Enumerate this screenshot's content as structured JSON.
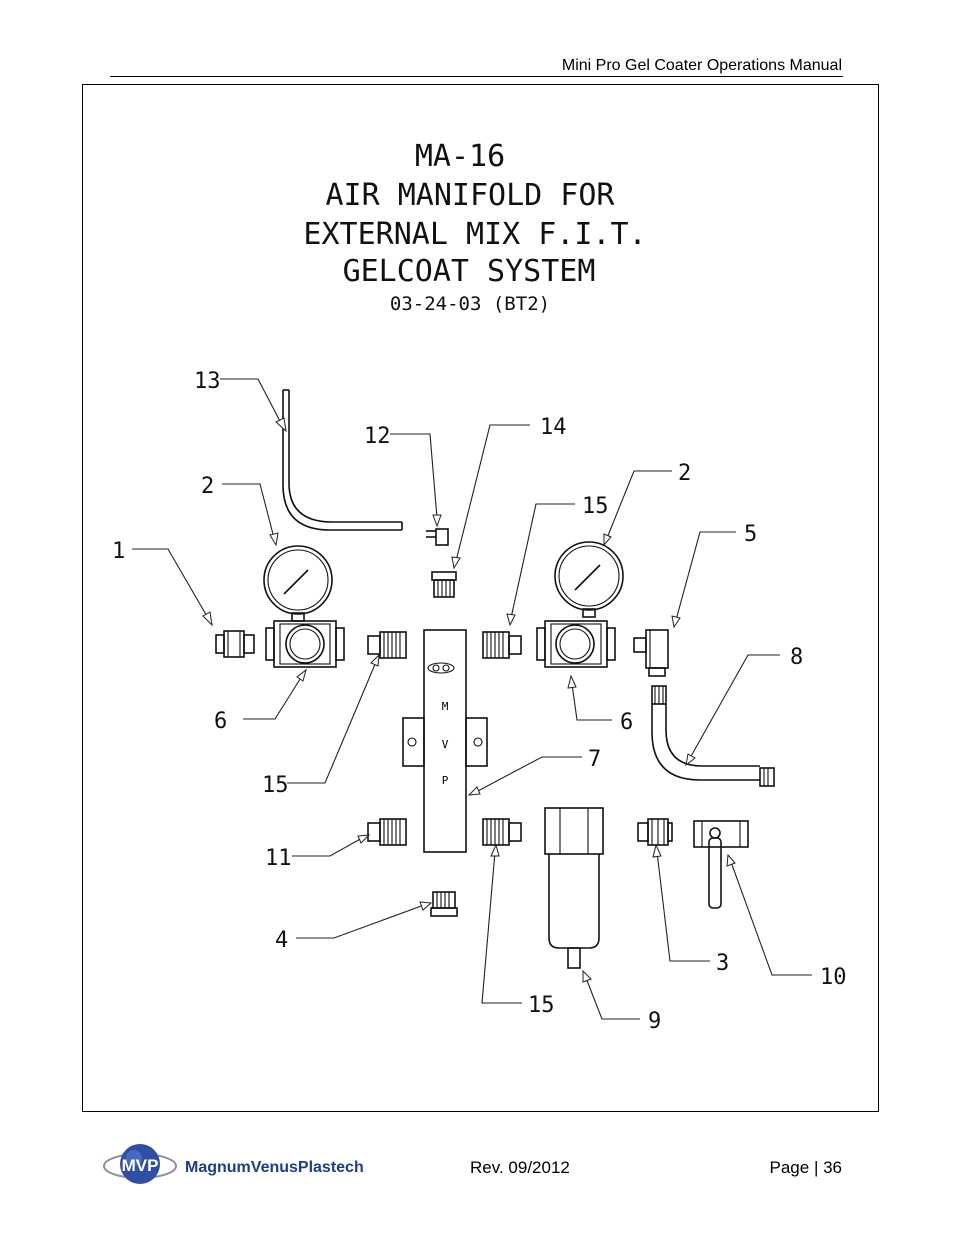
{
  "header": {
    "title": "Mini Pro Gel Coater Operations Manual"
  },
  "drawing": {
    "title_lines": [
      "MA-16",
      "AIR MANIFOLD FOR",
      "EXTERNAL MIX F.I.T.",
      "GELCOAT SYSTEM"
    ],
    "revision": "03-24-03 (BT2)",
    "body_lettering": [
      "M",
      "V",
      "P"
    ],
    "callouts": {
      "c1": "1",
      "c2a": "2",
      "c2b": "2",
      "c3": "3",
      "c4": "4",
      "c5": "5",
      "c6a": "6",
      "c6b": "6",
      "c7": "7",
      "c8": "8",
      "c9": "9",
      "c10": "10",
      "c11": "11",
      "c12": "12",
      "c13": "13",
      "c14": "14",
      "c15a": "15",
      "c15b": "15",
      "c15c": "15"
    }
  },
  "footer": {
    "logo_mark": "MVP",
    "company": "MagnumVenusPlastech",
    "revision": "Rev. 09/2012",
    "page": "Page | 36"
  },
  "colors": {
    "logo_globe": "#2f4fa3",
    "logo_text": "#1f3c8c"
  }
}
